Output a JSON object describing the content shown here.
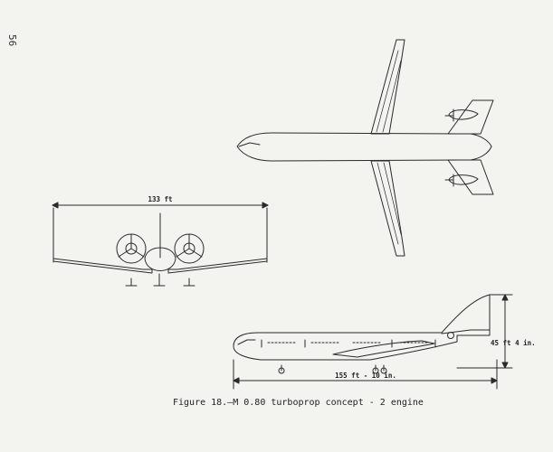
{
  "page": {
    "page_number": "56"
  },
  "front_view": {
    "span_label": "133 ft"
  },
  "side_view": {
    "length_label": "155 ft - 10 in.",
    "height_label": "45 ft 4 in."
  },
  "figure": {
    "caption": "Figure 18.—M 0.80 turboprop concept - 2 engine"
  },
  "colors": {
    "paper": "#f3f3f0",
    "ink": "#222222"
  }
}
